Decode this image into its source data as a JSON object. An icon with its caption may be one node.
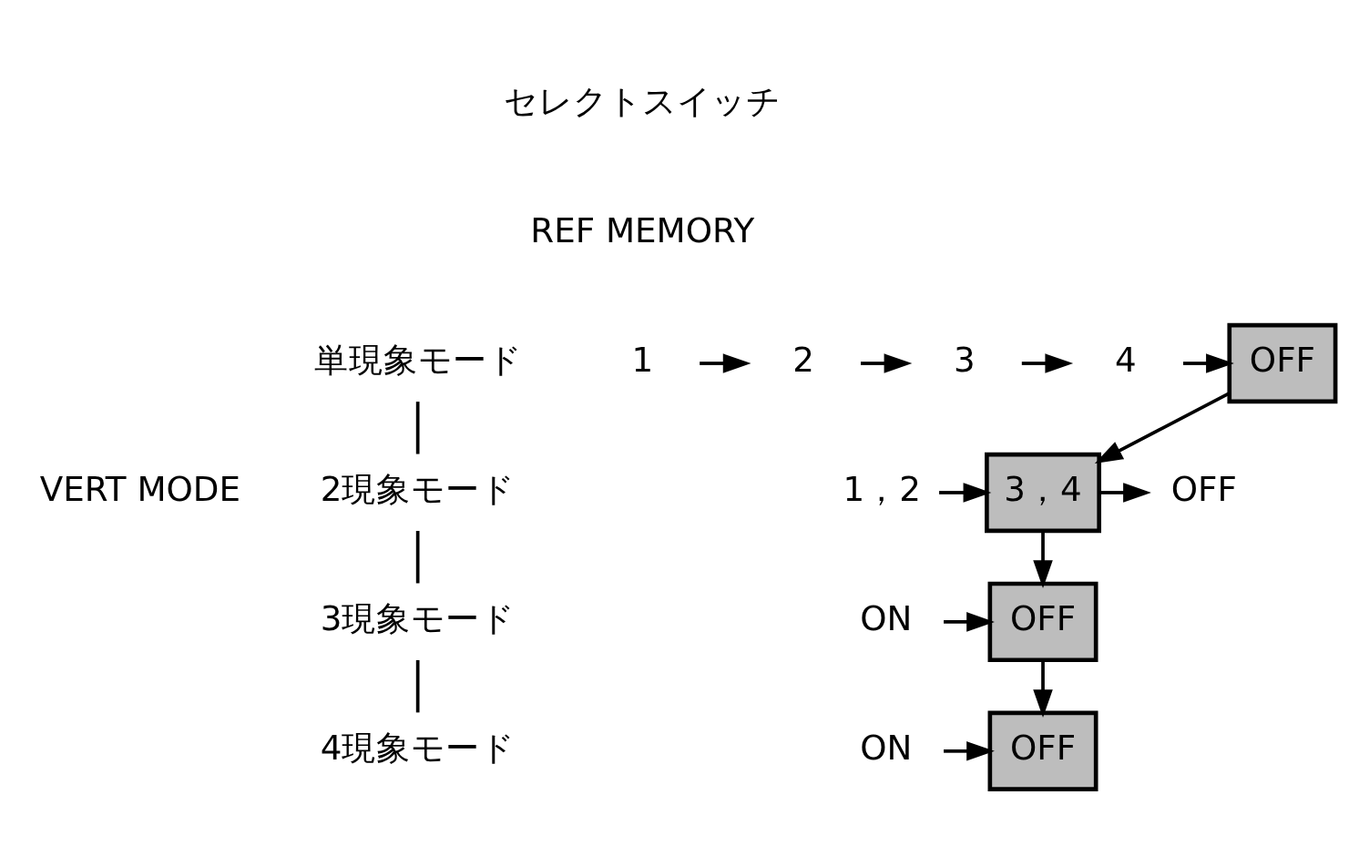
{
  "diagram": {
    "nodes": [
      {
        "text": [
          "単現象モード"
        ]
      },
      {
        "text": [
          "2現象モード"
        ]
      },
      {
        "text": [
          "3現象モード"
        ]
      },
      {
        "text": [
          "4現象モード"
        ]
      },
      {
        "text": [
          "1"
        ]
      },
      {
        "text": [
          "2"
        ]
      },
      {
        "text": [
          "3"
        ]
      },
      {
        "text": [
          "4"
        ]
      },
      {
        "text": [
          "OFF"
        ]
      },
      {
        "text": [
          "1，2"
        ]
      },
      {
        "text": [
          "3，4"
        ]
      },
      {
        "text": [
          "OFF"
        ]
      },
      {
        "text": [
          "ON"
        ]
      },
      {
        "text": [
          "OFF"
        ]
      },
      {
        "text": [
          "ON"
        ]
      },
      {
        "text": [
          "OFF"
        ]
      }
    ],
    "edges": [
      {
        "from": 0,
        "to": 1,
        "arrow": "none"
      },
      {
        "from": 1,
        "to": 2,
        "arrow": "none"
      },
      {
        "from": 2,
        "to": 3,
        "arrow": "none"
      },
      {
        "from": 4,
        "to": 5,
        "arrow": "to"
      },
      {
        "from": 5,
        "to": 6,
        "arrow": "to"
      },
      {
        "from": 6,
        "to": 7,
        "arrow": "to"
      },
      {
        "from": 7,
        "to": 8,
        "arrow": "to"
      },
      {
        "from": 8,
        "to": 10,
        "arrow": "to"
      },
      {
        "from": 9,
        "to": 10,
        "arrow": "to"
      },
      {
        "from": 10,
        "to": 11,
        "arrow": "to"
      },
      {
        "from": 10,
        "to": 13,
        "arrow": "to"
      },
      {
        "from": 12,
        "to": 13,
        "arrow": "to"
      },
      {
        "from": 13,
        "to": 15,
        "arrow": "to"
      },
      {
        "from": 14,
        "to": 15,
        "arrow": "to"
      }
    ],
    "labels": [
      "セレクトスイッチ",
      "REF MEMORY",
      "VERT MODE"
    ]
  }
}
